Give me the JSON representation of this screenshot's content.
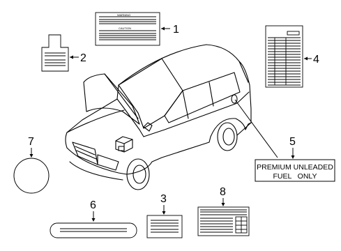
{
  "callouts": {
    "c1": "1",
    "c2": "2",
    "c3": "3",
    "c4": "4",
    "c5": "5",
    "c6": "6",
    "c7": "7",
    "c8": "8"
  },
  "label1": {
    "warning_text": "WARNING",
    "caution_text": "CAUTION"
  },
  "fuel_label": {
    "line1": "PREMIUM UNLEADED",
    "line2": "FUEL   ONLY"
  },
  "colors": {
    "line": "#000000",
    "background": "#ffffff"
  }
}
